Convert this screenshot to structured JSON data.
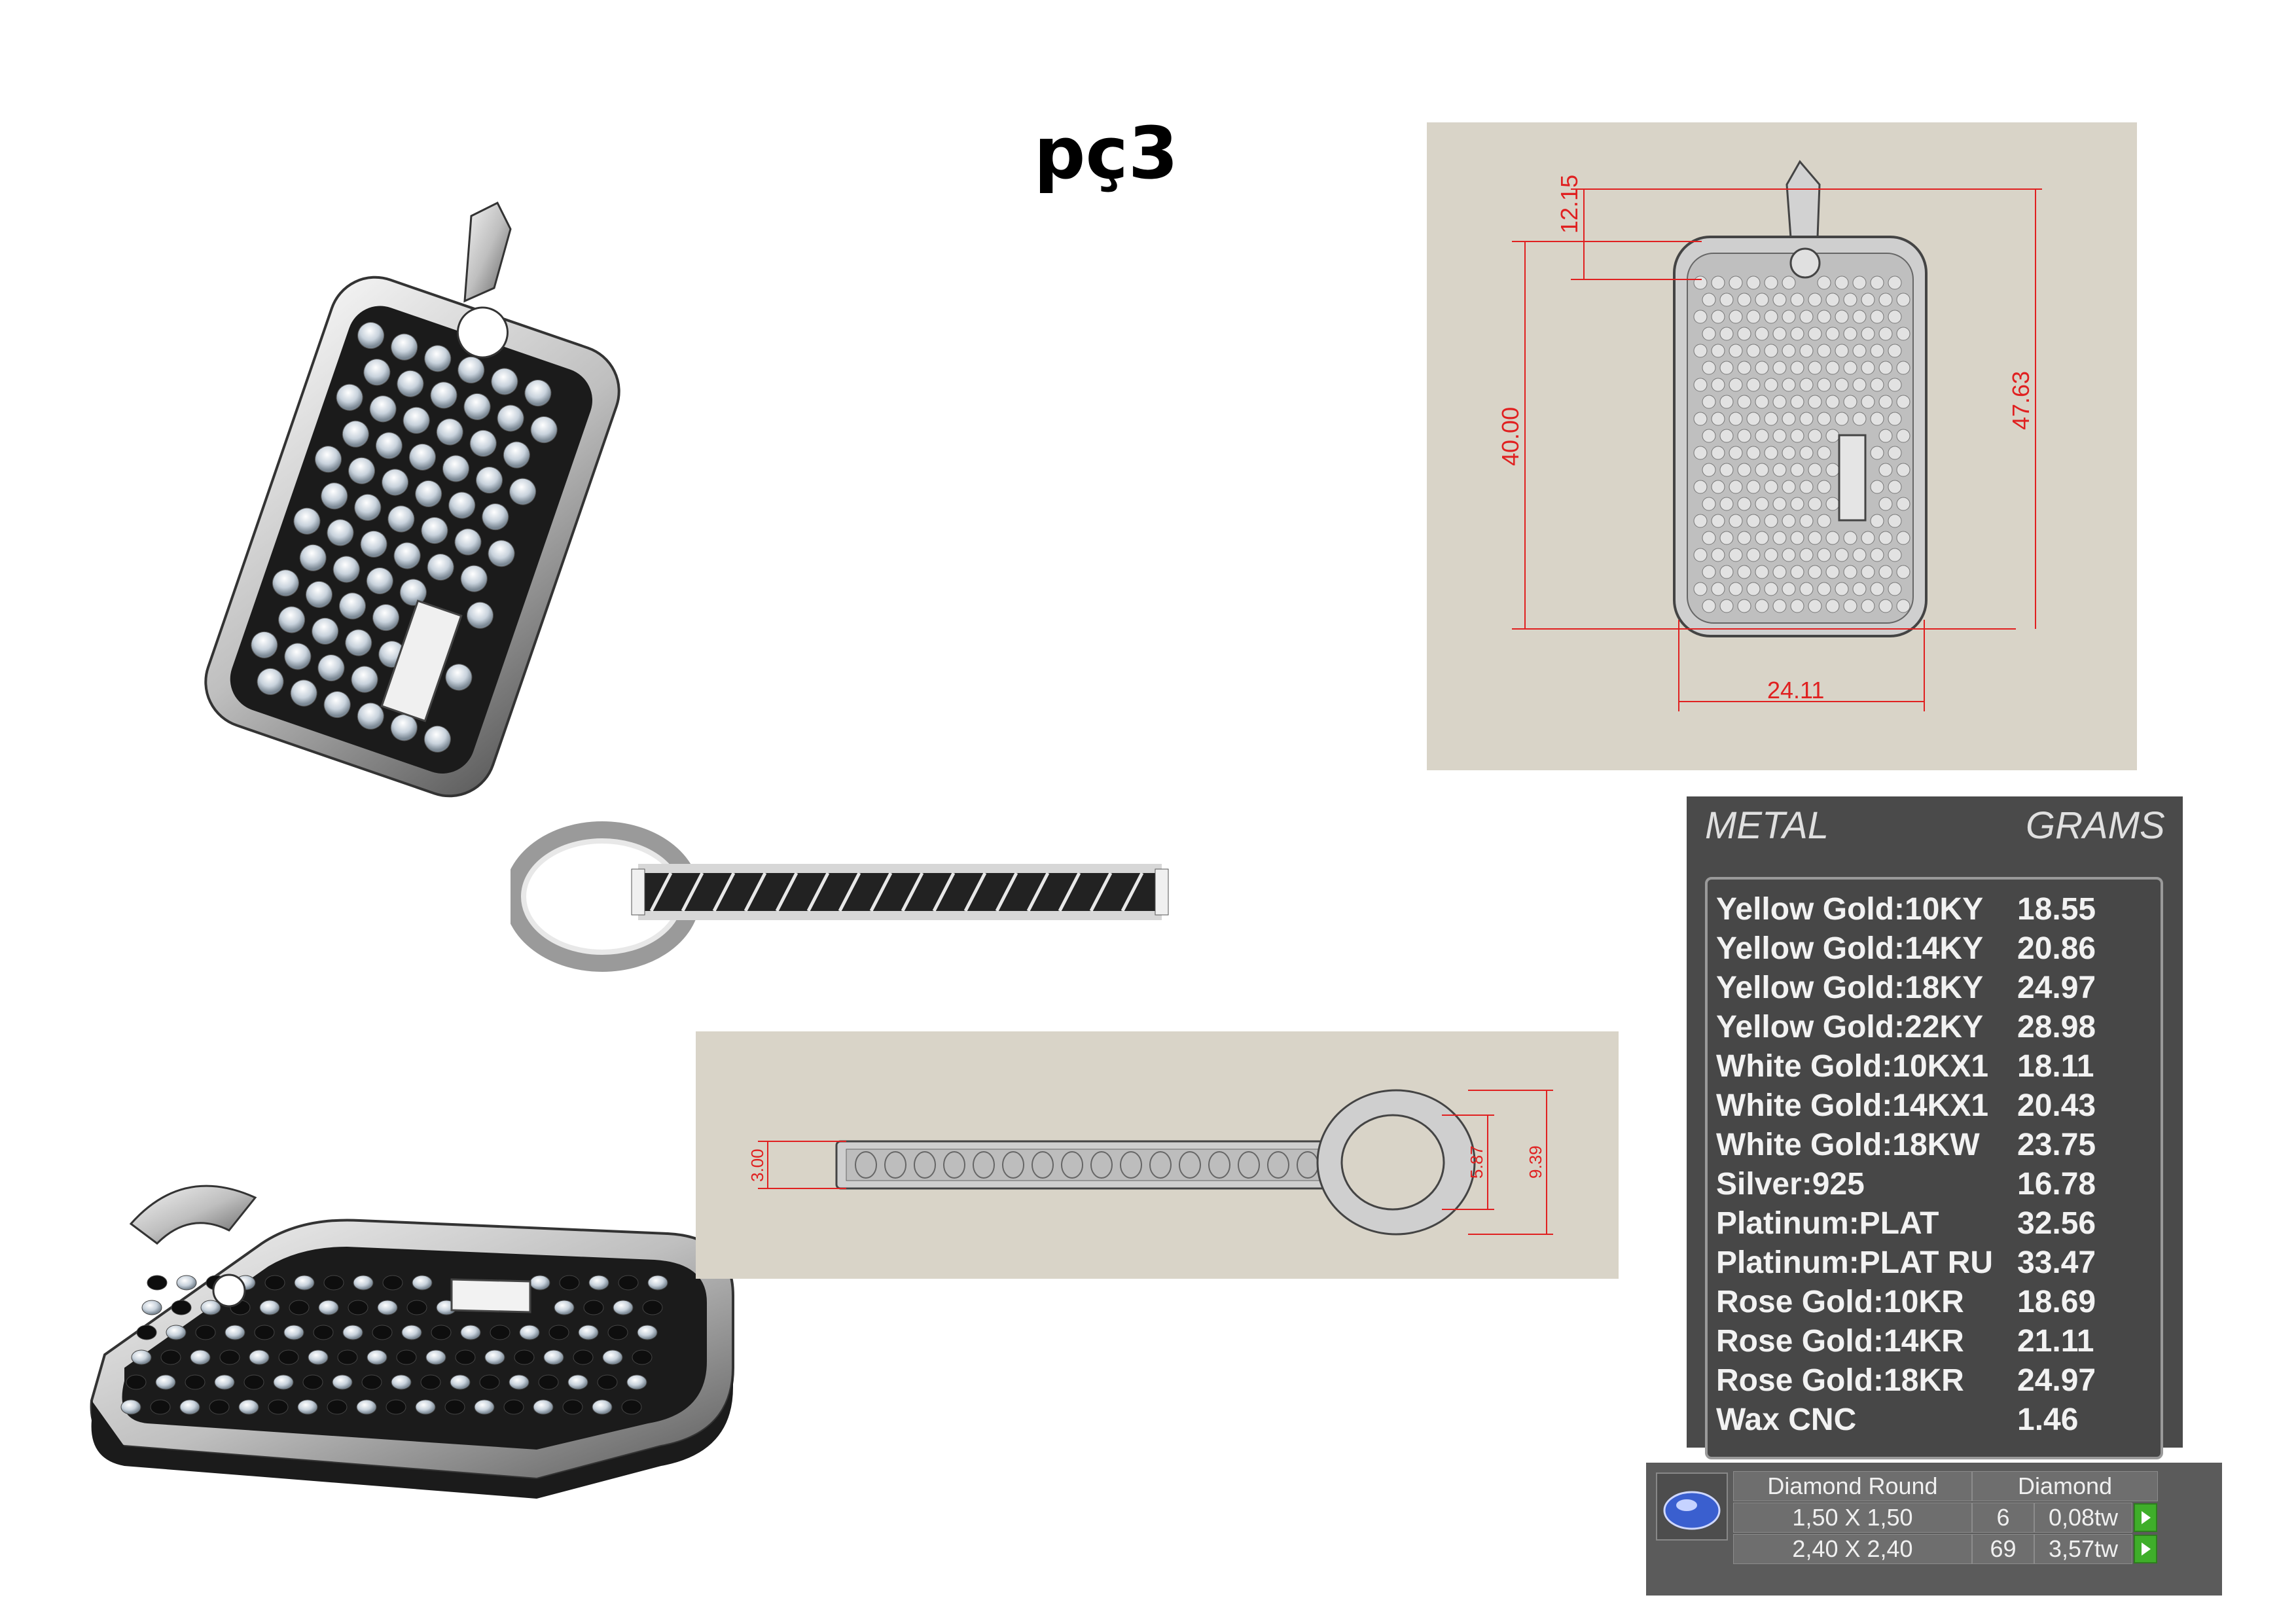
{
  "page": {
    "title": "pç3"
  },
  "top_view": {
    "dim_top_hole": "12.15",
    "dim_body_height": "40.00",
    "dim_total_height": "47.63",
    "dim_width": "24.11"
  },
  "side_view": {
    "dim_thickness": "3.00",
    "dim_ring_inner": "5.87",
    "dim_ring_outer": "9.39"
  },
  "metal_table": {
    "header_metal": "METAL",
    "header_grams": "GRAMS",
    "rows": [
      {
        "metal": "Yellow Gold:10KY",
        "grams": "18.55"
      },
      {
        "metal": "Yellow Gold:14KY",
        "grams": "20.86"
      },
      {
        "metal": "Yellow Gold:18KY",
        "grams": "24.97"
      },
      {
        "metal": "Yellow Gold:22KY",
        "grams": "28.98"
      },
      {
        "metal": "White Gold:10KX1",
        "grams": "18.11"
      },
      {
        "metal": "White Gold:14KX1",
        "grams": "20.43"
      },
      {
        "metal": "White Gold:18KW",
        "grams": "23.75"
      },
      {
        "metal": "Silver:925",
        "grams": "16.78"
      },
      {
        "metal": "Platinum:PLAT",
        "grams": "32.56"
      },
      {
        "metal": "Platinum:PLAT RU",
        "grams": "33.47"
      },
      {
        "metal": "Rose Gold:10KR",
        "grams": "18.69"
      },
      {
        "metal": "Rose Gold:14KR",
        "grams": "21.11"
      },
      {
        "metal": "Rose Gold:18KR",
        "grams": "24.97"
      },
      {
        "metal": "Wax  CNC",
        "grams": "1.46"
      }
    ]
  },
  "diamond_table": {
    "header_shape": "Diamond Round",
    "header_type": "Diamond",
    "rows": [
      {
        "size": "1,50 X 1,50",
        "count": "6",
        "weight": "0,08tw"
      },
      {
        "size": "2,40 X 2,40",
        "count": "69",
        "weight": "3,57tw"
      }
    ],
    "icon": "diamond-gem-icon"
  },
  "colors": {
    "dimension_red": "#e02020",
    "panel_beige": "#d9d4c8",
    "table_gray": "#4a4a4a"
  }
}
